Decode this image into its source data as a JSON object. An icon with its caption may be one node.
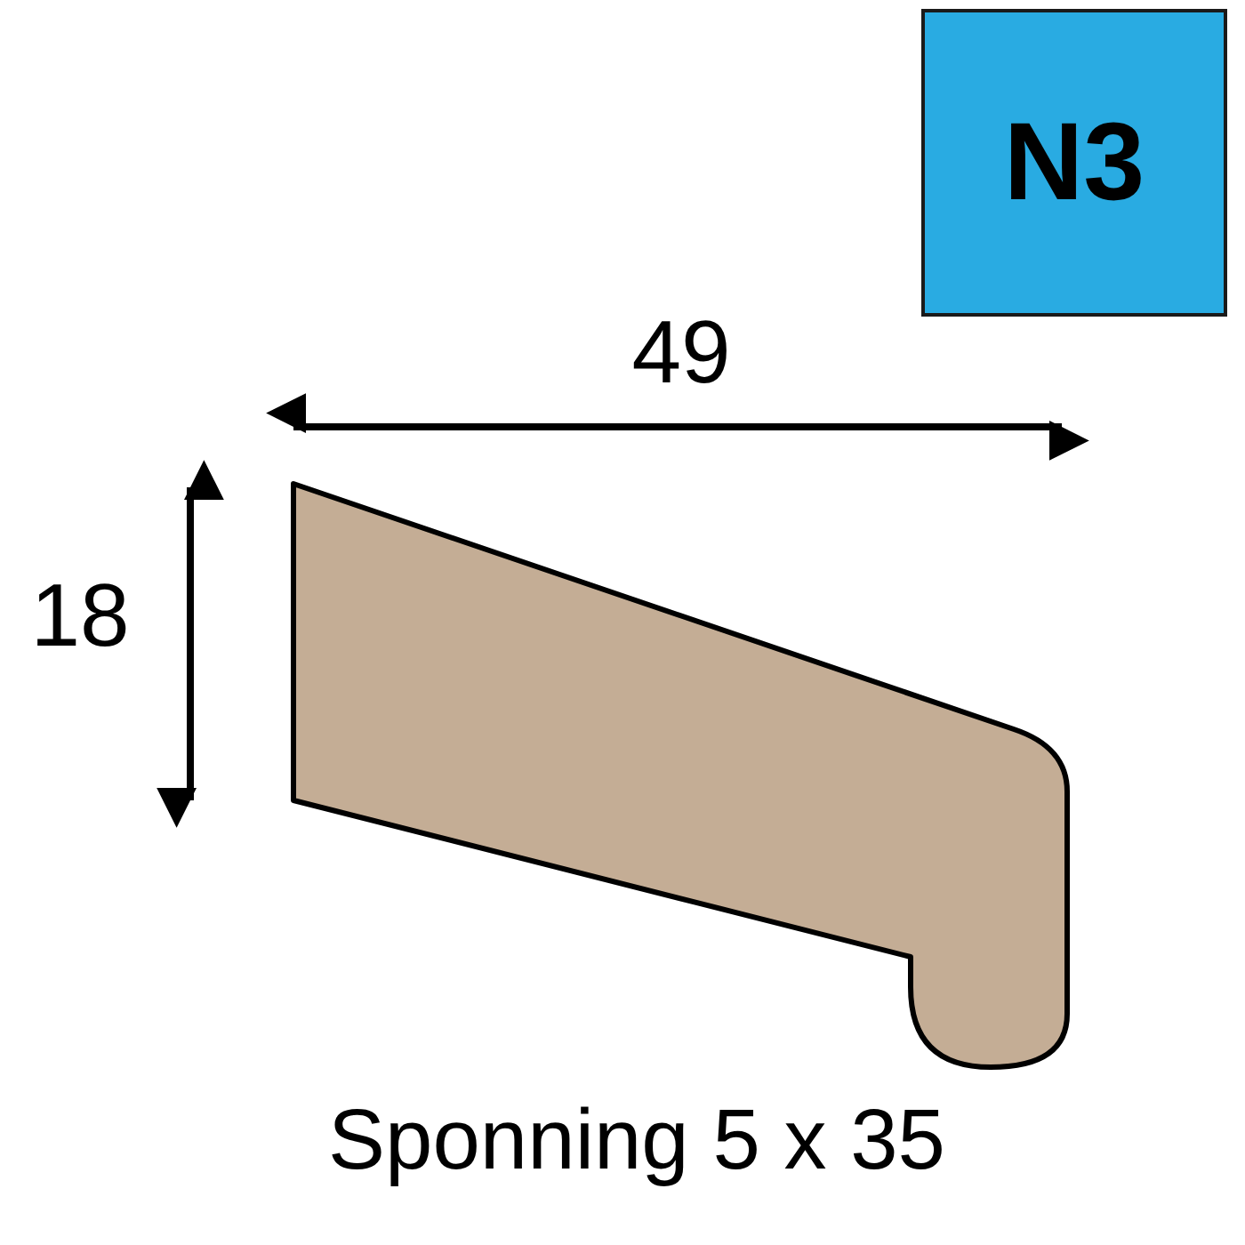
{
  "diagram": {
    "caption": "Sponning 5 x 35",
    "nodes": [
      {
        "text": [
          "N3"
        ]
      }
    ],
    "labels": [
      "49",
      "18"
    ]
  }
}
